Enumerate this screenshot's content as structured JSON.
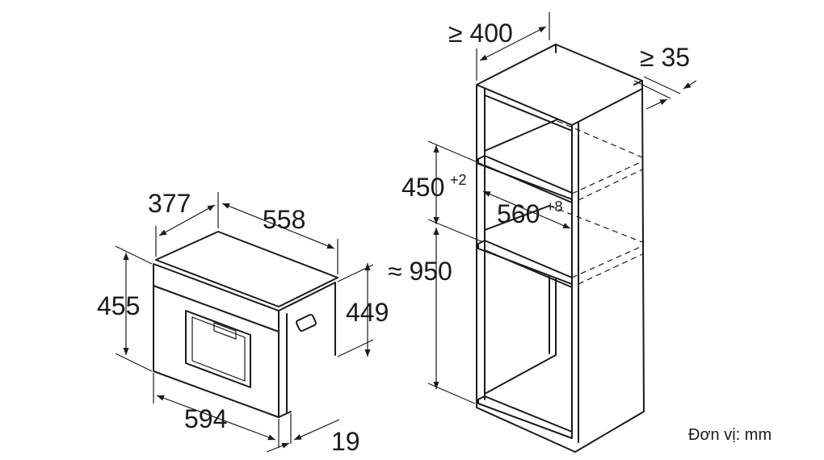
{
  "appliance": {
    "depth": "377",
    "width_top": "558",
    "height_front": "455",
    "height_side": "449",
    "width_front": "594",
    "bezel": "19"
  },
  "cabinet": {
    "depth": "≥ 400",
    "back_gap": "≥ 35",
    "niche_height": "450",
    "niche_height_tol": "+2",
    "niche_width": "560",
    "niche_width_tol": "+8",
    "total_height": "≈ 950"
  },
  "unit_label": "Đơn vị: mm"
}
